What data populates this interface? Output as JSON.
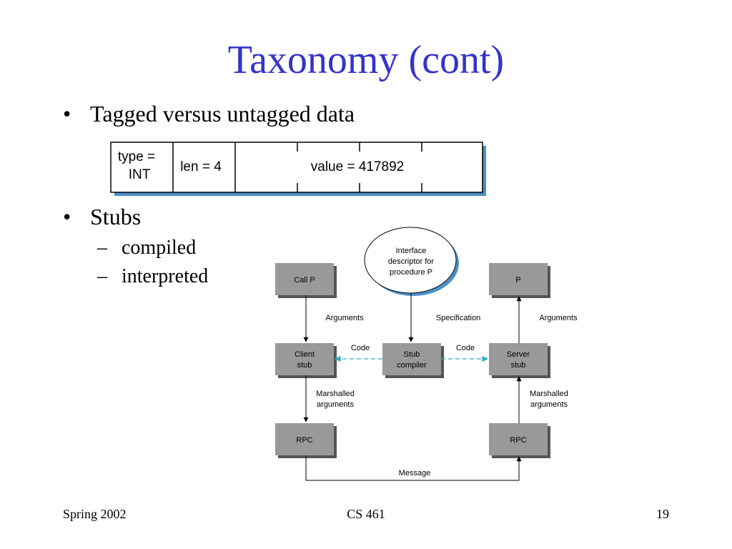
{
  "slide": {
    "title": "Taxonomy (cont)",
    "bullets": [
      {
        "mark": "•",
        "text": "Tagged versus untagged data"
      },
      {
        "mark": "•",
        "text": "Stubs"
      }
    ],
    "sub_bullets": [
      {
        "mark": "–",
        "text": "compiled"
      },
      {
        "mark": "–",
        "text": "interpreted"
      }
    ]
  },
  "record": {
    "type_line1": "type =",
    "type_line2": "INT",
    "len": "len = 4",
    "value": "value = 417892"
  },
  "diagram": {
    "interface_line1": "Interface",
    "interface_line2": "descriptor for",
    "interface_line3": "procedure P",
    "call_p": "Call P",
    "p": "P",
    "client_stub_line1": "Client",
    "client_stub_line2": "stub",
    "stub_compiler_line1": "Stub",
    "stub_compiler_line2": "compiler",
    "server_stub_line1": "Server",
    "server_stub_line2": "stub",
    "rpc_left": "RPC",
    "rpc_right": "RPC",
    "label_arguments_left": "Arguments",
    "label_specification": "Specification",
    "label_arguments_right": "Arguments",
    "label_code_left": "Code",
    "label_code_right": "Code",
    "label_marshalled_left_1": "Marshalled",
    "label_marshalled_left_2": "arguments",
    "label_marshalled_right_1": "Marshalled",
    "label_marshalled_right_2": "arguments",
    "label_message": "Message"
  },
  "footer": {
    "left": "Spring 2002",
    "center": "CS 461",
    "right": "19"
  },
  "colors": {
    "title": "#3333cc",
    "box_fill": "#999999",
    "shadow": "#4a90c8",
    "dashed_arrow": "#33aacc"
  }
}
